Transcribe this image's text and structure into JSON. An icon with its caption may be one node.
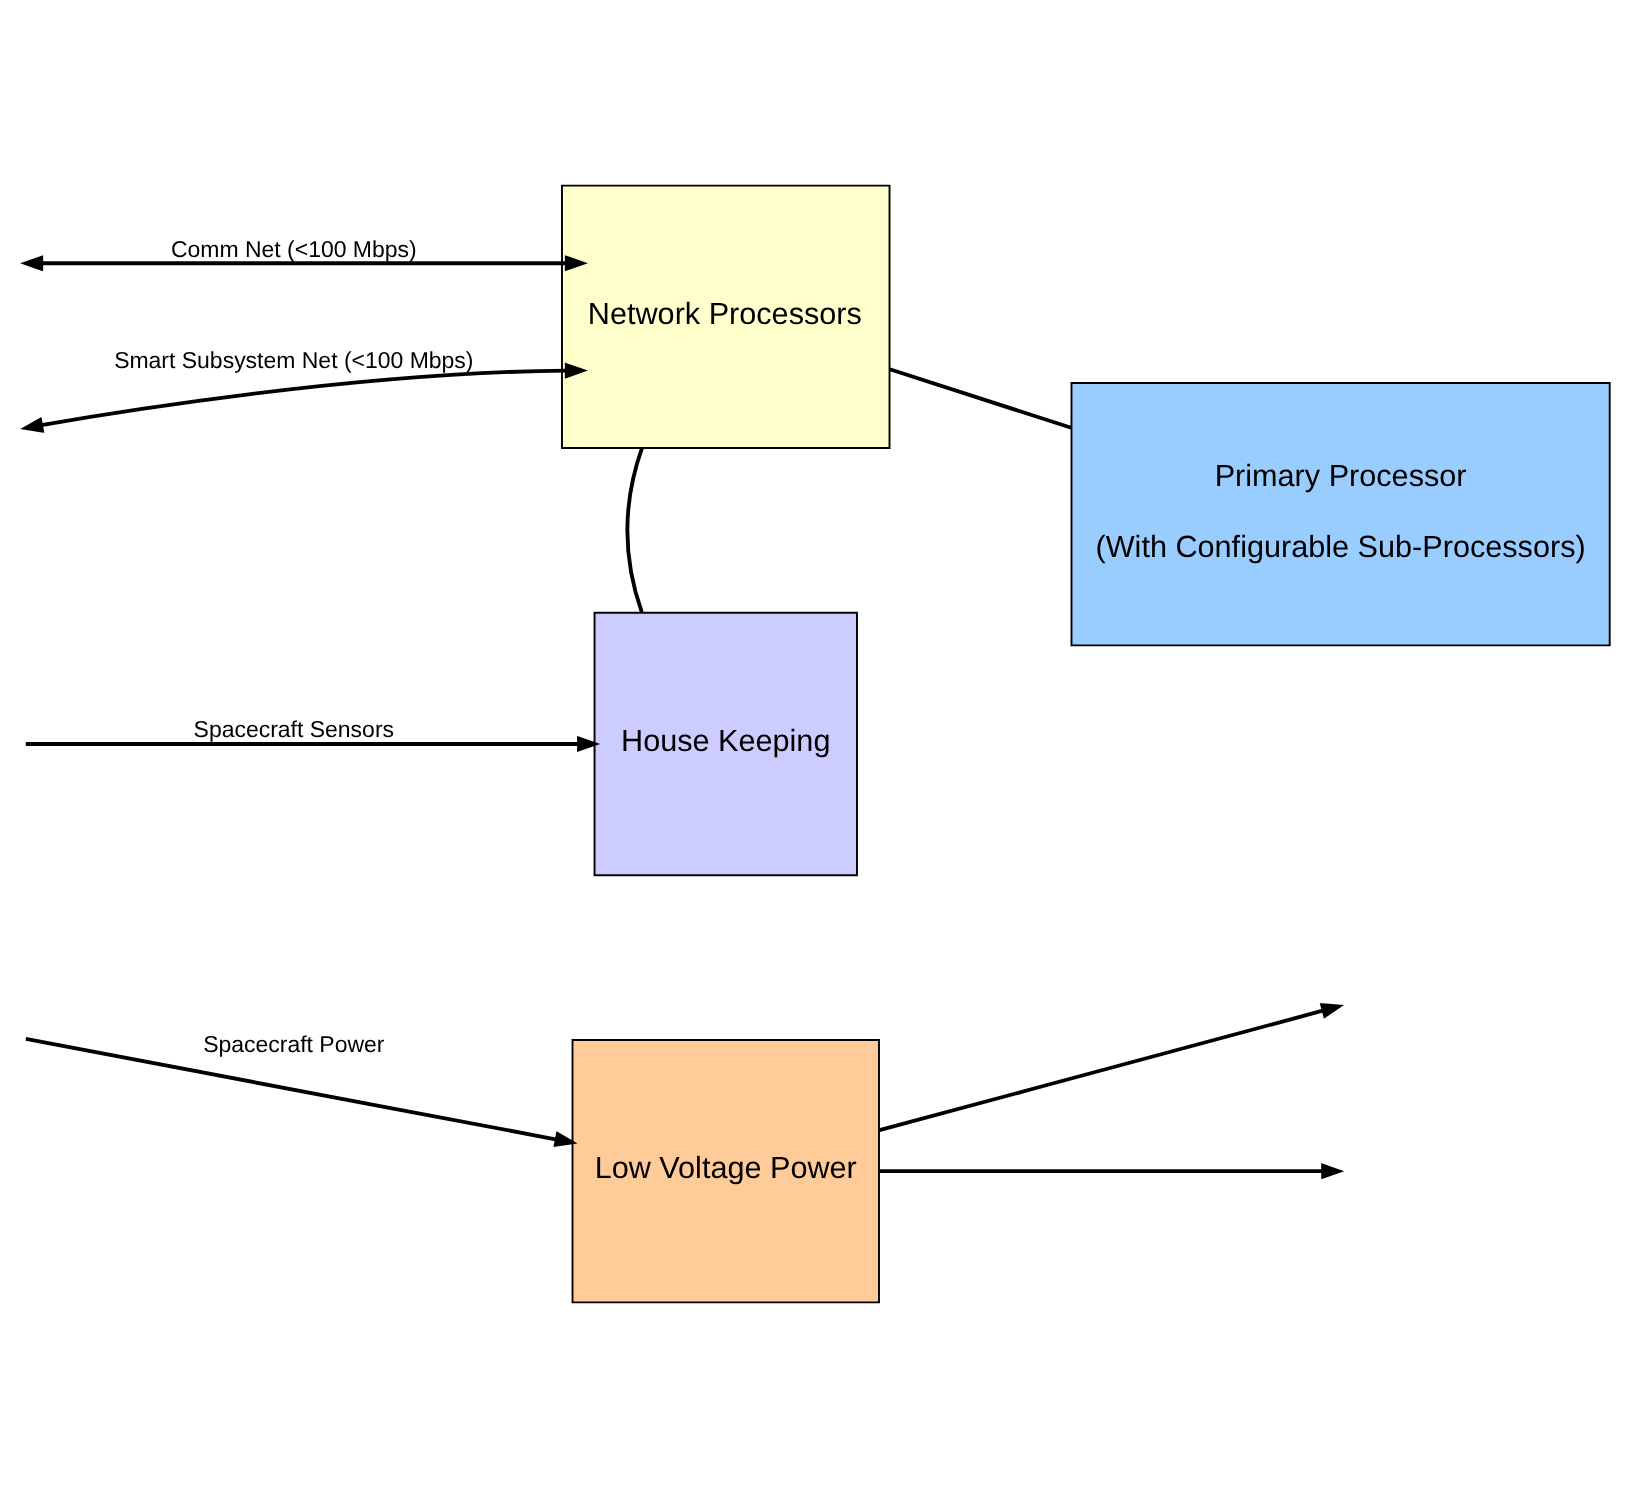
{
  "diagram": {
    "nodes": [
      {
        "text": [
          "Network Processors"
        ]
      },
      {
        "text": [
          "Primary Processor",
          "(With Configurable Sub-Processors)"
        ]
      },
      {
        "text": [
          "House Keeping"
        ]
      },
      {
        "text": [
          "Low Voltage Power"
        ]
      }
    ],
    "edges": [
      {
        "from": null,
        "to": 0,
        "arrow": "both",
        "label": "Smart Subsystem Net (<100 Mbps)"
      },
      {
        "from": null,
        "to": 0,
        "arrow": "both",
        "label": "Comm Net (<100 Mbps)"
      },
      {
        "from": 0,
        "to": 1,
        "arrow": "none"
      },
      {
        "from": 0,
        "to": 2,
        "arrow": "none"
      },
      {
        "from": null,
        "to": 2,
        "arrow": "to",
        "label": "Spacecraft Sensors"
      },
      {
        "from": null,
        "to": 3,
        "arrow": "to",
        "label": "Spacecraft Power"
      },
      {
        "from": 3,
        "to": null,
        "arrow": "to"
      },
      {
        "from": 3,
        "to": null,
        "arrow": "to"
      }
    ]
  }
}
